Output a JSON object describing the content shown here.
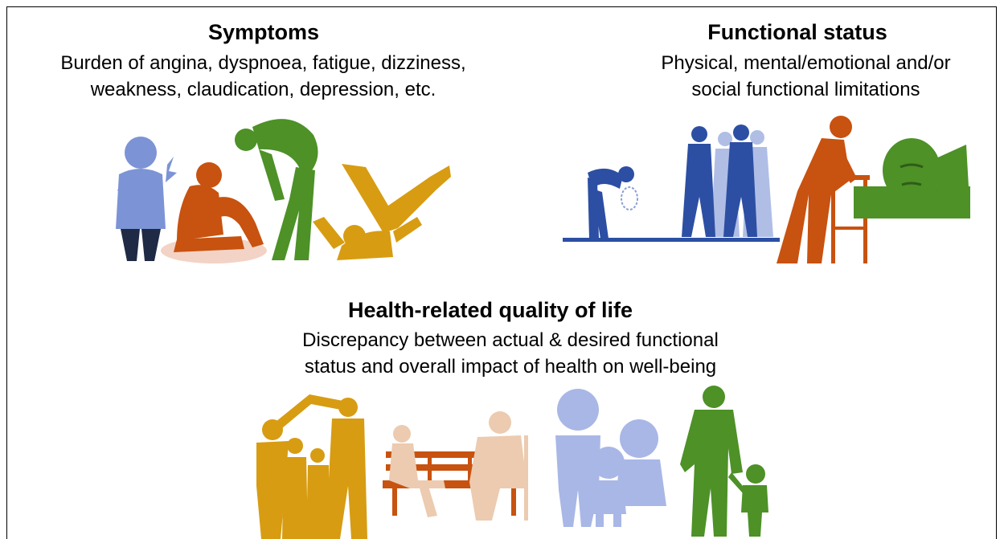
{
  "symptoms": {
    "title": "Symptoms",
    "description_lines": [
      "Burden of angina, dyspnoea, fatigue, dizziness,",
      "weakness, claudication, depression, etc."
    ]
  },
  "functional_status": {
    "title": "Functional status",
    "description_lines": [
      "Physical, mental/emotional and/or",
      "social functional limitations"
    ]
  },
  "hrqol": {
    "title": "Health-related quality of life",
    "description_lines": [
      "Discrepancy between actual & desired functional",
      "status and overall impact of health on well-being"
    ]
  },
  "colors": {
    "blue_light": "#7c93d6",
    "blue_dark": "#2c4fa3",
    "navy": "#1f2a44",
    "orange": "#c8520f",
    "peach": "#f3d3c6",
    "green": "#4d9127",
    "gold": "#d79c12",
    "beige": "#eccbb0",
    "lavender": "#a9b7e6"
  }
}
